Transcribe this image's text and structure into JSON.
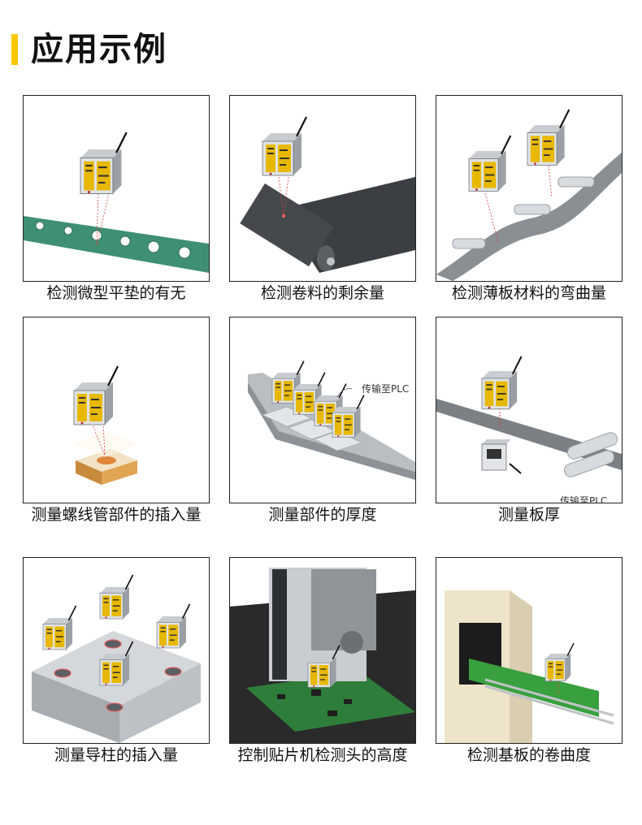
{
  "page": {
    "title": "应用示例"
  },
  "cards": [
    {
      "caption": "检测微型平垫的有无"
    },
    {
      "caption": "检测卷料的剩余量"
    },
    {
      "caption": "检测薄板材料的弯曲量"
    },
    {
      "caption": "测量螺线管部件的插入量"
    },
    {
      "caption": "测量部件的厚度",
      "annotation": "传输至PLC"
    },
    {
      "caption": "测量板厚",
      "annotation": "传输至PLC"
    },
    {
      "caption": "测量导柱的插入量"
    },
    {
      "caption": "控制贴片机检测头的高度"
    },
    {
      "caption": "检测基板的卷曲度"
    }
  ],
  "colors": {
    "accent": "#f7c700",
    "sensor_label": "#e8b800",
    "laser": "#e04040"
  }
}
